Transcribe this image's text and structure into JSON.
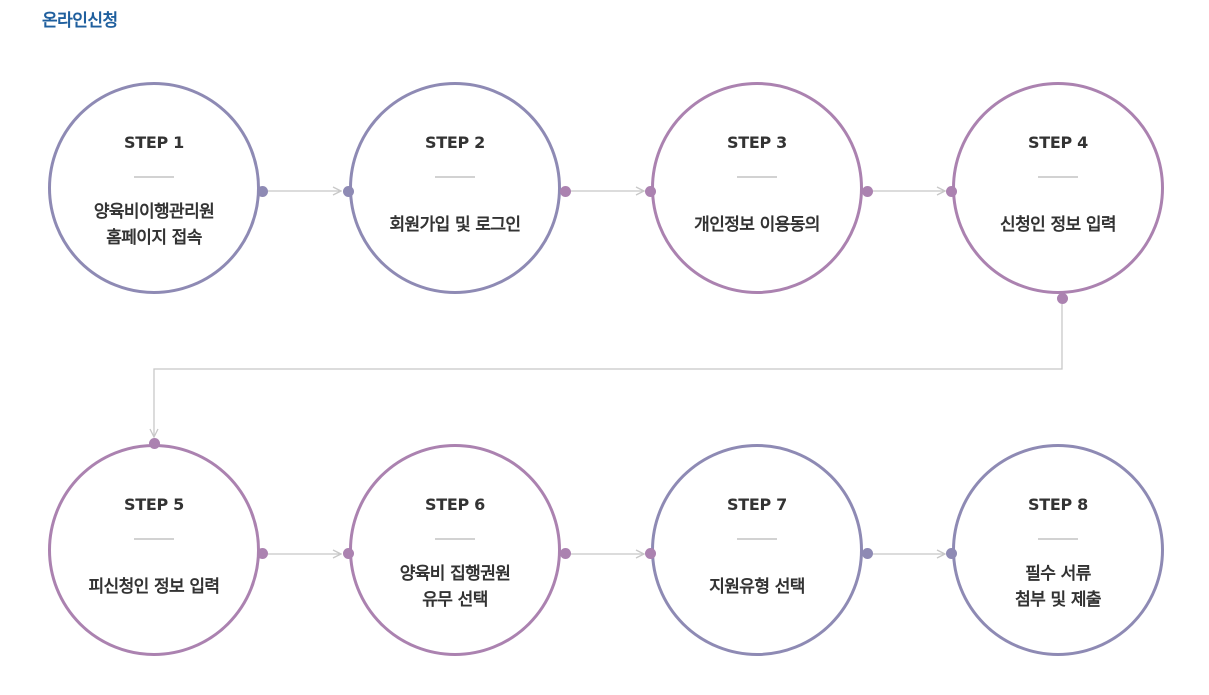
{
  "page_title": "온라인신청",
  "colors": {
    "title": "#1f5f9e",
    "circle_blue": "#8e8ab4",
    "circle_purple": "#ab82b0",
    "connector": "#c8c8c8"
  },
  "steps": [
    {
      "label": "STEP 1",
      "text": "양육비이행관리원\n홈페이지 접속",
      "color": "blue"
    },
    {
      "label": "STEP 2",
      "text": "회원가입 및 로그인",
      "color": "blue"
    },
    {
      "label": "STEP 3",
      "text": "개인정보 이용동의",
      "color": "purple"
    },
    {
      "label": "STEP 4",
      "text": "신청인 정보 입력",
      "color": "purple"
    },
    {
      "label": "STEP 5",
      "text": "피신청인 정보 입력",
      "color": "purple"
    },
    {
      "label": "STEP 6",
      "text": "양육비 집행권원\n유무 선택",
      "color": "purple"
    },
    {
      "label": "STEP 7",
      "text": "지원유형 선택",
      "color": "blue"
    },
    {
      "label": "STEP 8",
      "text": "필수 서류\n첨부 및 제출",
      "color": "blue"
    }
  ]
}
